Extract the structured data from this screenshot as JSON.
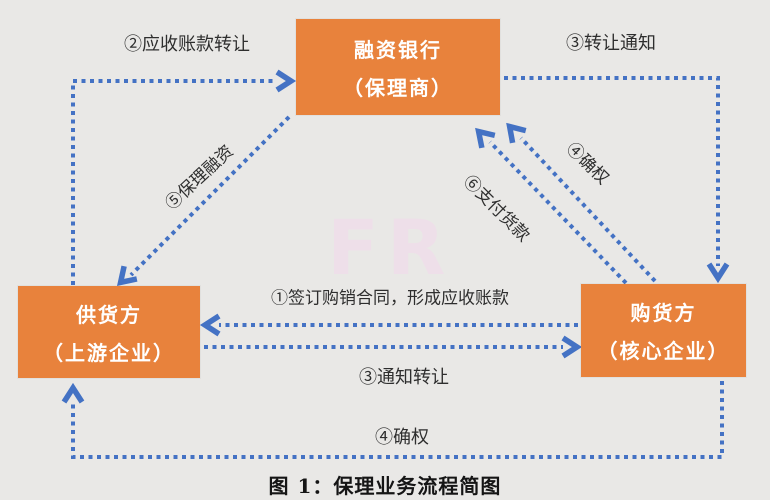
{
  "diagram": {
    "caption": "图 1：保理业务流程简图",
    "watermark": "FR",
    "nodes": {
      "bank": {
        "line1": "融资银行",
        "line2": "（保理商）"
      },
      "supplier": {
        "line1": "供货方",
        "line2": "（上游企业）"
      },
      "buyer": {
        "line1": "购货方",
        "line2": "（核心企业）"
      }
    },
    "edges": {
      "e2_receivables_transfer": "②应收账款转让",
      "e3_transfer_notice": "③转让通知",
      "e5_factoring_finance": "⑤保理融资",
      "e4_confirm_right_diag": "④确权",
      "e6_pay_goods": "⑥支付货款",
      "e1_sign_contract": "①签订购销合同，形成应收账款",
      "e3_notify_transfer": "③通知转让",
      "e4_confirm_right_bottom": "④确权"
    },
    "colors": {
      "node_fill": "#E8823C",
      "node_text": "#FFFFFF",
      "arrow_blue": "#4472C4",
      "label_text": "#2E2E2E",
      "background": "#E9E8E6",
      "watermark_pink": "#EEDFE9"
    }
  }
}
